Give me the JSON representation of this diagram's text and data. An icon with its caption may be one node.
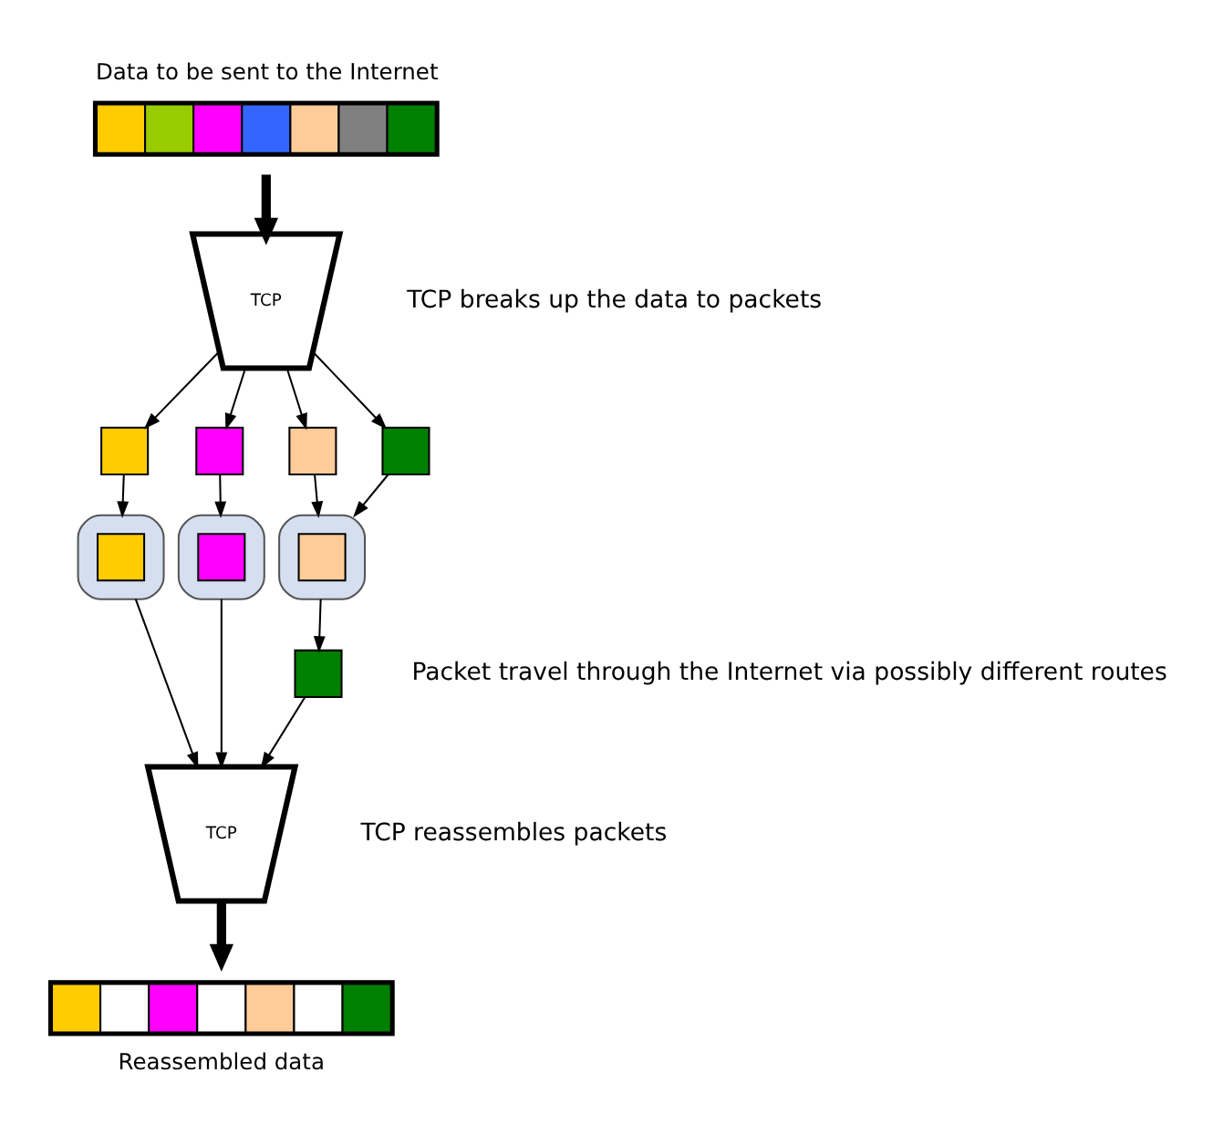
{
  "diagram": {
    "nodes": [
      {
        "text": [],
        "shape": "bar",
        "beside": [
          "Data to be sent to the Internet"
        ]
      },
      {
        "text": [
          "TCP"
        ]
      },
      {
        "text": [],
        "shape": "box"
      },
      {
        "text": [],
        "shape": "box"
      },
      {
        "text": [],
        "shape": "box"
      },
      {
        "text": [],
        "shape": "box"
      },
      {
        "text": [],
        "shape": "band"
      },
      {
        "text": [],
        "shape": "box",
        "in": 6
      },
      {
        "text": [],
        "shape": "band"
      },
      {
        "text": [],
        "shape": "box",
        "in": 8
      },
      {
        "text": [],
        "shape": "band"
      },
      {
        "text": [],
        "shape": "box",
        "in": 10
      },
      {
        "text": [],
        "shape": "box"
      },
      {
        "text": [
          "TCP"
        ]
      },
      {
        "text": [],
        "shape": "bar",
        "beside": [
          "Reassembled data"
        ]
      }
    ],
    "edges": [
      {
        "from": 0,
        "to": 1,
        "arrow": "to",
        "style": "thick"
      },
      {
        "from": 1,
        "to": 2,
        "arrow": "to"
      },
      {
        "from": 1,
        "to": 3,
        "arrow": "to"
      },
      {
        "from": 1,
        "to": 4,
        "arrow": "to"
      },
      {
        "from": 1,
        "to": 5,
        "arrow": "to"
      },
      {
        "from": 3,
        "to": 6,
        "arrow": "to"
      },
      {
        "from": 2,
        "to": 8,
        "arrow": "to"
      },
      {
        "from": 4,
        "to": 10,
        "arrow": "to"
      },
      {
        "from": 5,
        "to": 10,
        "arrow": "to"
      },
      {
        "from": 10,
        "to": 12,
        "arrow": "to"
      },
      {
        "from": 12,
        "to": 13,
        "arrow": "to"
      },
      {
        "from": 8,
        "to": 13,
        "arrow": "to"
      },
      {
        "from": 6,
        "to": 13,
        "arrow": "to"
      },
      {
        "from": 13,
        "to": 14,
        "arrow": "to",
        "style": "thick"
      }
    ],
    "labels": [
      "TCP breaks up the data to packets",
      "Packet travel through the Internet via possibly different routes",
      "TCP reassembles packets"
    ]
  }
}
